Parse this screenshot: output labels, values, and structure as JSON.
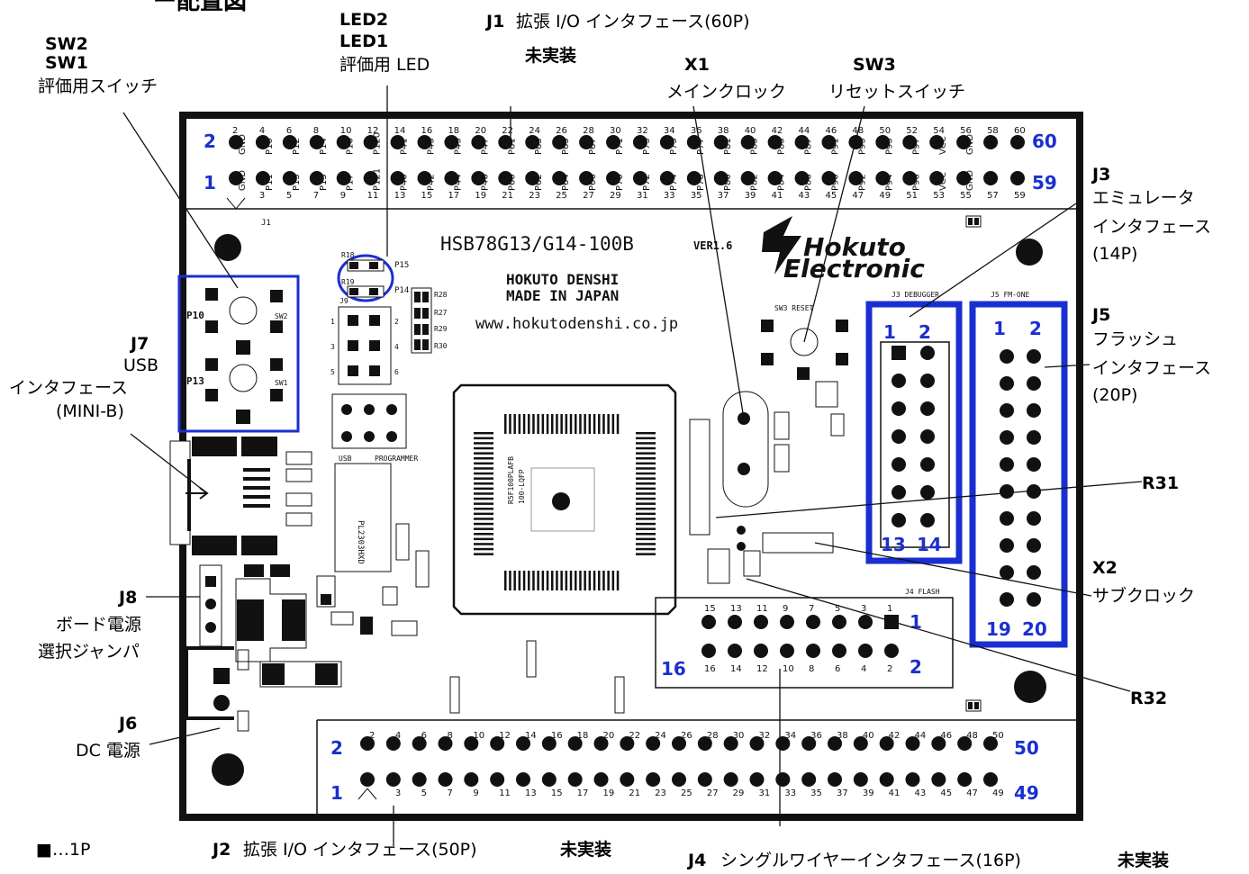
{
  "title_partial": "ー配置図",
  "labels": {
    "sw2": "SW2",
    "sw1": "SW1",
    "sw_desc": "評価用スイッチ",
    "led2": "LED2",
    "led1": "LED1",
    "led_desc": "評価用 LED",
    "j1": "J1",
    "j1_desc": "拡張 I/O インタフェース(60P)",
    "j1_note": "未実装",
    "x1": "X1",
    "x1_desc": "メインクロック",
    "sw3": "SW3",
    "sw3_desc": "リセットスイッチ",
    "j3": "J3",
    "j3_desc1": "エミュレータ",
    "j3_desc2": "インタフェース",
    "j3_desc3": "(14P)",
    "j5": "J5",
    "j5_desc1": "フラッシュ",
    "j5_desc2": "インタフェース",
    "j5_desc3": "(20P)",
    "j7": "J7",
    "j7_desc1": "USB",
    "j7_desc2": "インタフェース",
    "j7_desc3": "(MINI-B)",
    "r31": "R31",
    "x2": "X2",
    "x2_desc": "サブクロック",
    "j8": "J8",
    "j8_desc1": "ボード電源",
    "j8_desc2": "選択ジャンパ",
    "j6": "J6",
    "j6_desc": "DC 電源",
    "r32": "R32",
    "j2": "J2",
    "j2_desc": "拡張 I/O インタフェース(50P)",
    "j2_note": "未実装",
    "j4": "J4",
    "j4_desc": "シングルワイヤーインタフェース(16P)",
    "j4_note": "未実装",
    "legend": "■…1P"
  },
  "board": {
    "model": "HSB78G13/G14-100B",
    "version": "VER1.6",
    "logo1": "Hokuto",
    "logo2": "Electronic",
    "maker1": "HOKUTO DENSHI",
    "maker2": "MADE IN JAPAN",
    "url": "www.hokutodenshi.co.jp",
    "chip1": "R5F100PLAFB",
    "chip2": "100-LQFP",
    "pl": "PL2303HXD",
    "j3_silk": "J3 DEBUGGER",
    "j5_silk": "J5 FM-ONE",
    "j4_silk": "J4 FLASH",
    "sw3_silk": "SW3 RESET",
    "usb_silk": "USB",
    "prog_silk": "PROGRAMMER",
    "j1_silk": "J1"
  },
  "pin_numbers": {
    "j1_top_left": "2",
    "j1_top_right": "60",
    "j1_bot_left": "1",
    "j1_bot_right": "59",
    "j2_top_left": "2",
    "j2_top_right": "50",
    "j2_bot_left": "1",
    "j2_bot_right": "49",
    "j3_tl": "1",
    "j3_tr": "2",
    "j3_bl": "13",
    "j3_br": "14",
    "j5_tl": "1",
    "j5_tr": "2",
    "j5_bl": "19",
    "j5_br": "20",
    "j4_r1": "1",
    "j4_r2": "2",
    "j4_l": "16"
  },
  "j1_top_pins": [
    "GND",
    "P10",
    "P12",
    "P14",
    "P16",
    "P120",
    "P41",
    "P43",
    "P45",
    "P47",
    "P61",
    "P63",
    "P65",
    "P67",
    "P71",
    "P73",
    "P75",
    "P77",
    "P81",
    "P83",
    "P85",
    "P87",
    "P91",
    "P93",
    "P95",
    "P97",
    "VCC",
    "GND"
  ],
  "j1_bot_pins": [
    "GND",
    "P11",
    "P13",
    "P15",
    "P17",
    "P121",
    "P40",
    "P42",
    "P44",
    "P46",
    "P60",
    "P62",
    "P64",
    "P66",
    "P70",
    "P72",
    "P74",
    "P76",
    "P80",
    "P82",
    "P84",
    "P86",
    "P90",
    "P92",
    "P94",
    "P96",
    "VCC",
    "GND"
  ],
  "j1_top_nums": [
    "2",
    "4",
    "6",
    "8",
    "10",
    "12",
    "14",
    "16",
    "18",
    "20",
    "22",
    "24",
    "26",
    "28",
    "30",
    "32",
    "34",
    "36",
    "38",
    "40",
    "42",
    "44",
    "46",
    "48",
    "50",
    "52",
    "54",
    "56",
    "58",
    "60"
  ],
  "j1_bot_nums": [
    "3",
    "5",
    "7",
    "9",
    "11",
    "13",
    "15",
    "17",
    "19",
    "21",
    "23",
    "25",
    "27",
    "29",
    "31",
    "33",
    "35",
    "37",
    "39",
    "41",
    "43",
    "45",
    "47",
    "49",
    "51",
    "53",
    "55",
    "57",
    "59"
  ],
  "j2_top_nums": [
    "2",
    "4",
    "6",
    "8",
    "10",
    "12",
    "14",
    "16",
    "18",
    "20",
    "22",
    "24",
    "26",
    "28",
    "30",
    "32",
    "34",
    "36",
    "38",
    "40",
    "42",
    "44",
    "46",
    "48",
    "50"
  ],
  "j2_bot_nums": [
    "3",
    "5",
    "7",
    "9",
    "11",
    "13",
    "15",
    "17",
    "19",
    "21",
    "23",
    "25",
    "27",
    "29",
    "31",
    "33",
    "35",
    "37",
    "39",
    "41",
    "43",
    "45",
    "47",
    "49"
  ],
  "j4_top_nums": [
    "15",
    "13",
    "11",
    "9",
    "7",
    "5",
    "3",
    "1"
  ],
  "j4_bot_nums": [
    "16",
    "14",
    "12",
    "10",
    "8",
    "6",
    "4",
    "2"
  ],
  "colors": {
    "highlight": "#1a2fd0",
    "board": "#ffffff",
    "ink": "#111111"
  }
}
